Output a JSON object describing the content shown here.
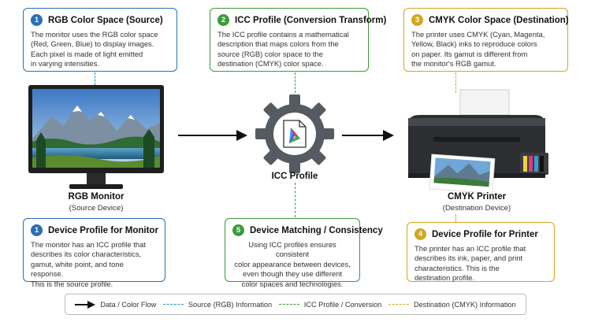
{
  "colors": {
    "blue": "#2c6fb7",
    "green": "#3d9a3d",
    "gold": "#d2a623"
  },
  "boxes": {
    "rgb_space": {
      "number": "1",
      "title": "RGB Color Space (Source)",
      "body": "The monitor uses the RGB color space\n(Red, Green, Blue) to display images.\nEach pixel is made of light emitted\nin varying intensities."
    },
    "icc_profile": {
      "number": "2",
      "title": "ICC Profile (Conversion Transform)",
      "body": "The ICC profile contains a mathematical\ndescription that maps colors from the\nsource (RGB) color space to the\ndestination (CMYK) color space."
    },
    "cmyk_space": {
      "number": "3",
      "title": "CMYK Color Space (Destination)",
      "body": "The printer uses CMYK (Cyan, Magenta,\nYellow, Black) inks to reproduce colors\non paper. Its gamut is different from\nthe monitor's RGB gamut."
    },
    "monitor_profile": {
      "number": "1",
      "title": "Device Profile for Monitor",
      "body": "The monitor has an ICC profile that\ndescribes its color characteristics,\ngamut, white point, and tone response.\nThis is the source profile."
    },
    "matching": {
      "number": "5",
      "title": "Device Matching / Consistency",
      "body": "Using ICC profiles ensures consistent\ncolor appearance between devices,\neven though they use different\ncolor spaces and technologies."
    },
    "printer_profile": {
      "number": "4",
      "title": "Device Profile for Printer",
      "body": "The printer has an ICC profile that\ndescribes its ink, paper, and print\ncharacteristics. This is the\ndestination profile."
    }
  },
  "devices": {
    "monitor": {
      "title": "RGB Monitor",
      "subtitle": "(Source Device)"
    },
    "icc": {
      "title": "ICC Profile"
    },
    "printer": {
      "title": "CMYK Printer",
      "subtitle": "(Destination Device)"
    }
  },
  "icons": {
    "monitor": "monitor-icon",
    "gear": "gear-icon",
    "document": "icc-document-icon",
    "printer": "printer-icon",
    "arrow": "arrow-right-icon"
  },
  "legend": {
    "flow": "Data / Color Flow",
    "source": "Source (RGB) Information",
    "icc": "ICC Profile / Conversion",
    "destination": "Destination (CMYK) Information"
  }
}
